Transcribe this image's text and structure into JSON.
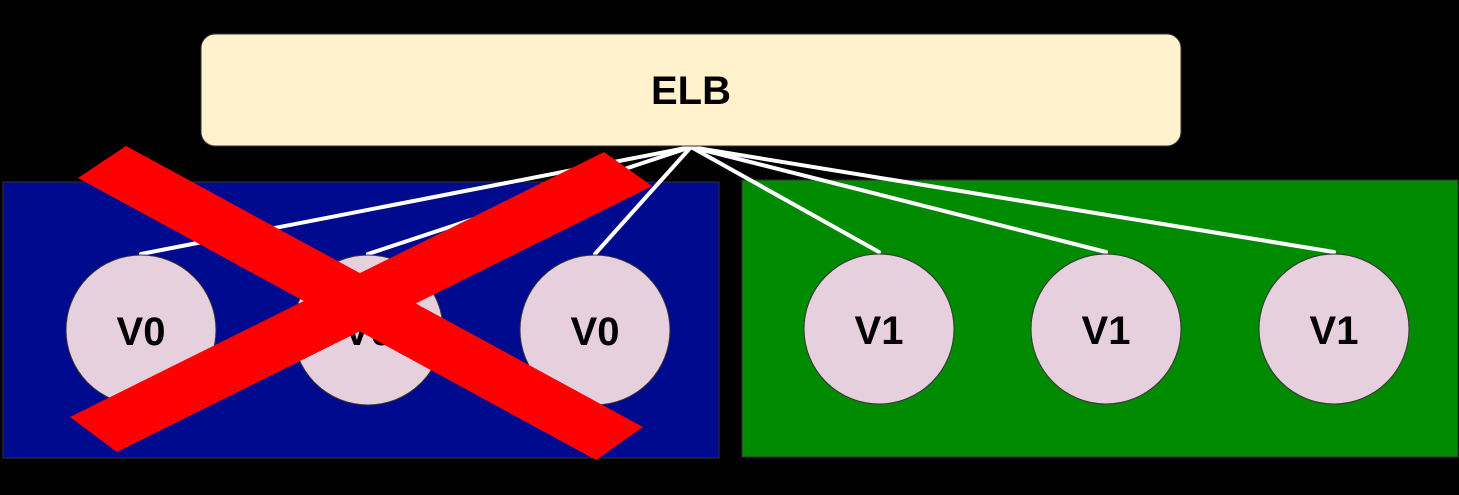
{
  "colors": {
    "background": "#000000",
    "elb_fill": "#FFF2CC",
    "v0_group_fill": "#000A8F",
    "v1_group_fill": "#008A00",
    "node_fill": "#E6D0DE",
    "connector": "#FFFFFF",
    "cross": "#FF0000"
  },
  "load_balancer": {
    "label": "ELB"
  },
  "groups": [
    {
      "status": "removed",
      "nodes": [
        {
          "label": "V0"
        },
        {
          "label": "V0"
        },
        {
          "label": "V0"
        }
      ]
    },
    {
      "status": "active",
      "nodes": [
        {
          "label": "V1"
        },
        {
          "label": "V1"
        },
        {
          "label": "V1"
        }
      ]
    }
  ]
}
